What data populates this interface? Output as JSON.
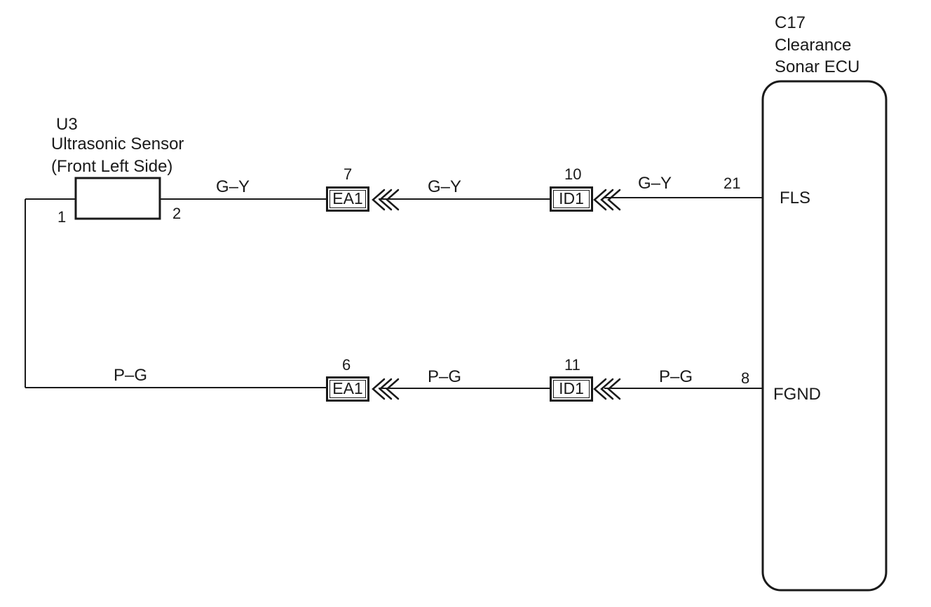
{
  "sensor": {
    "code": "U3",
    "name": "Ultrasonic Sensor",
    "location": "(Front Left Side)",
    "pin_1": "1",
    "pin_2": "2"
  },
  "ecu": {
    "code": "C17",
    "name_line1": "Clearance",
    "name_line2": "Sonar ECU",
    "terminal_fls": "FLS",
    "terminal_fgnd": "FGND",
    "pin_fls": "21",
    "pin_fgnd": "8"
  },
  "top_circuit": {
    "wire_color": "G–Y",
    "connector_ea1": "EA1",
    "connector_ea1_pin": "7",
    "connector_id1": "ID1",
    "connector_id1_pin": "10"
  },
  "bottom_circuit": {
    "wire_color": "P–G",
    "connector_ea1": "EA1",
    "connector_ea1_pin": "6",
    "connector_id1": "ID1",
    "connector_id1_pin": "11"
  }
}
